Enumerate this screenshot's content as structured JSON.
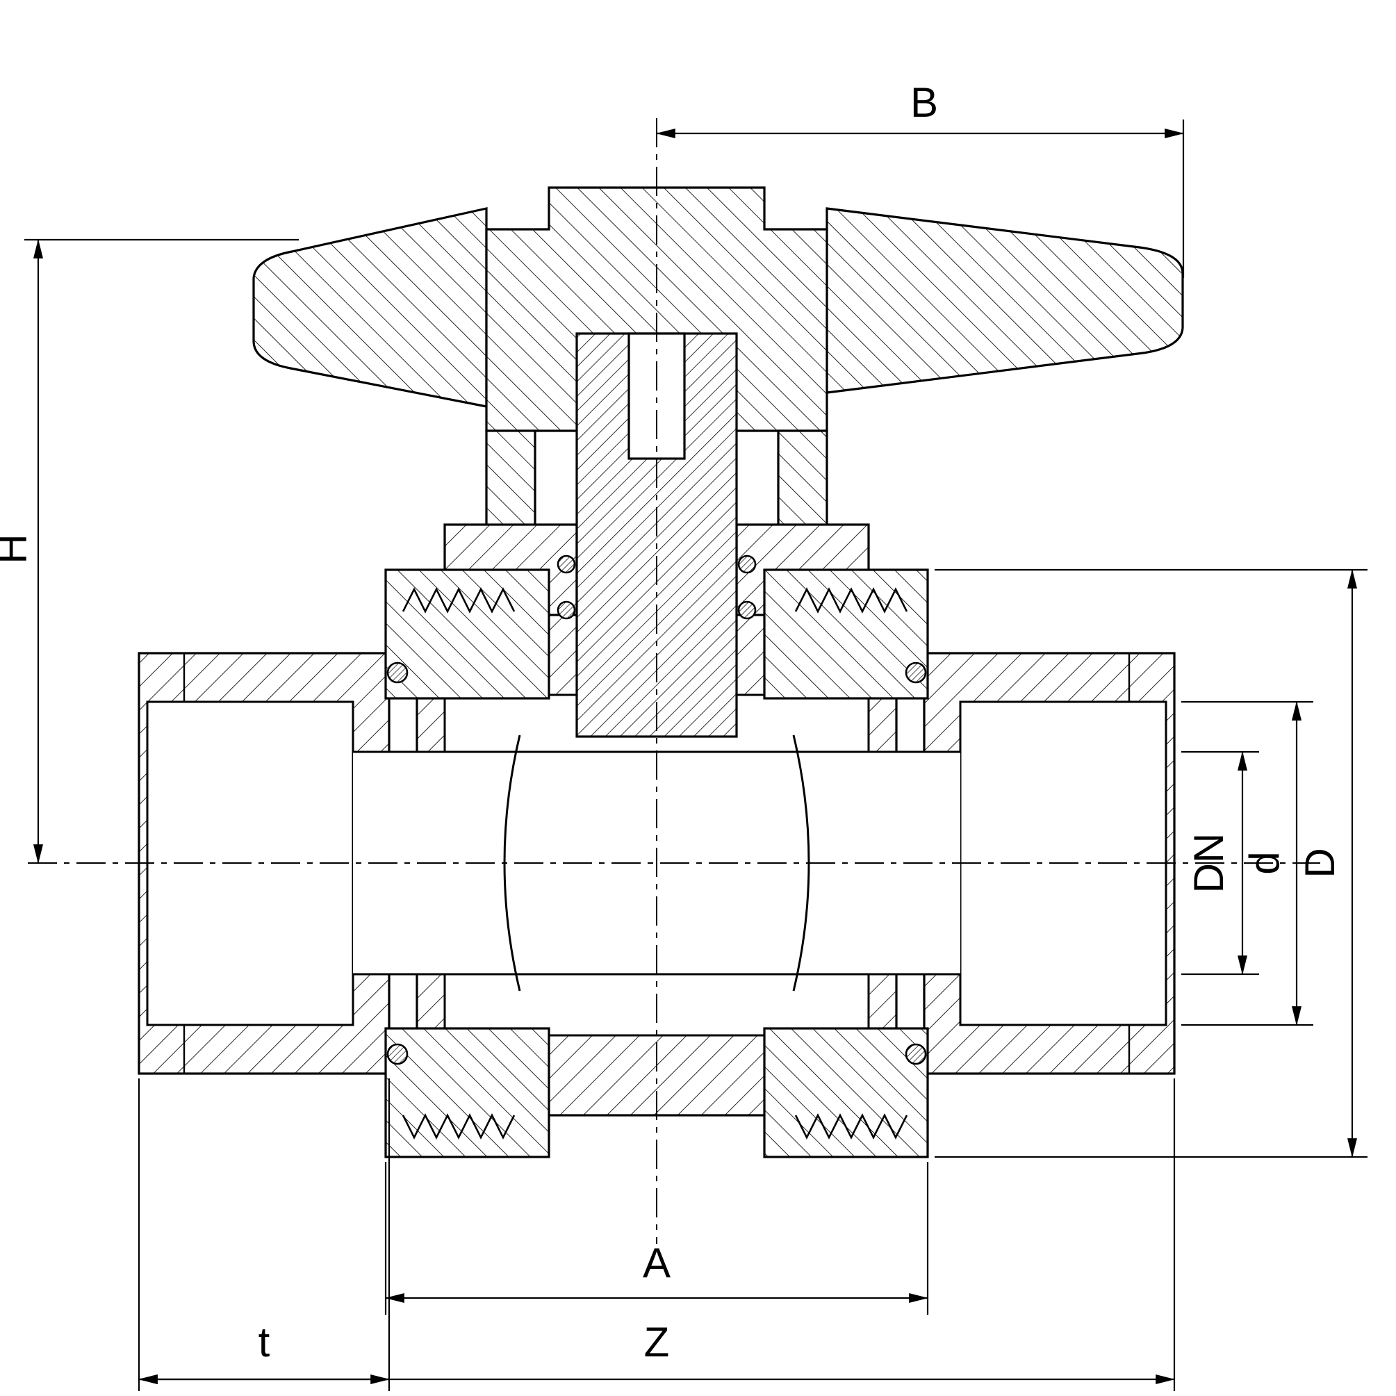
{
  "dimensions": {
    "B": "B",
    "H": "H",
    "DN": "DN",
    "d": "d",
    "D": "D",
    "A": "A",
    "t": "t",
    "Z": "Z"
  },
  "colors": {
    "line": "#000000",
    "background": "#ffffff"
  }
}
